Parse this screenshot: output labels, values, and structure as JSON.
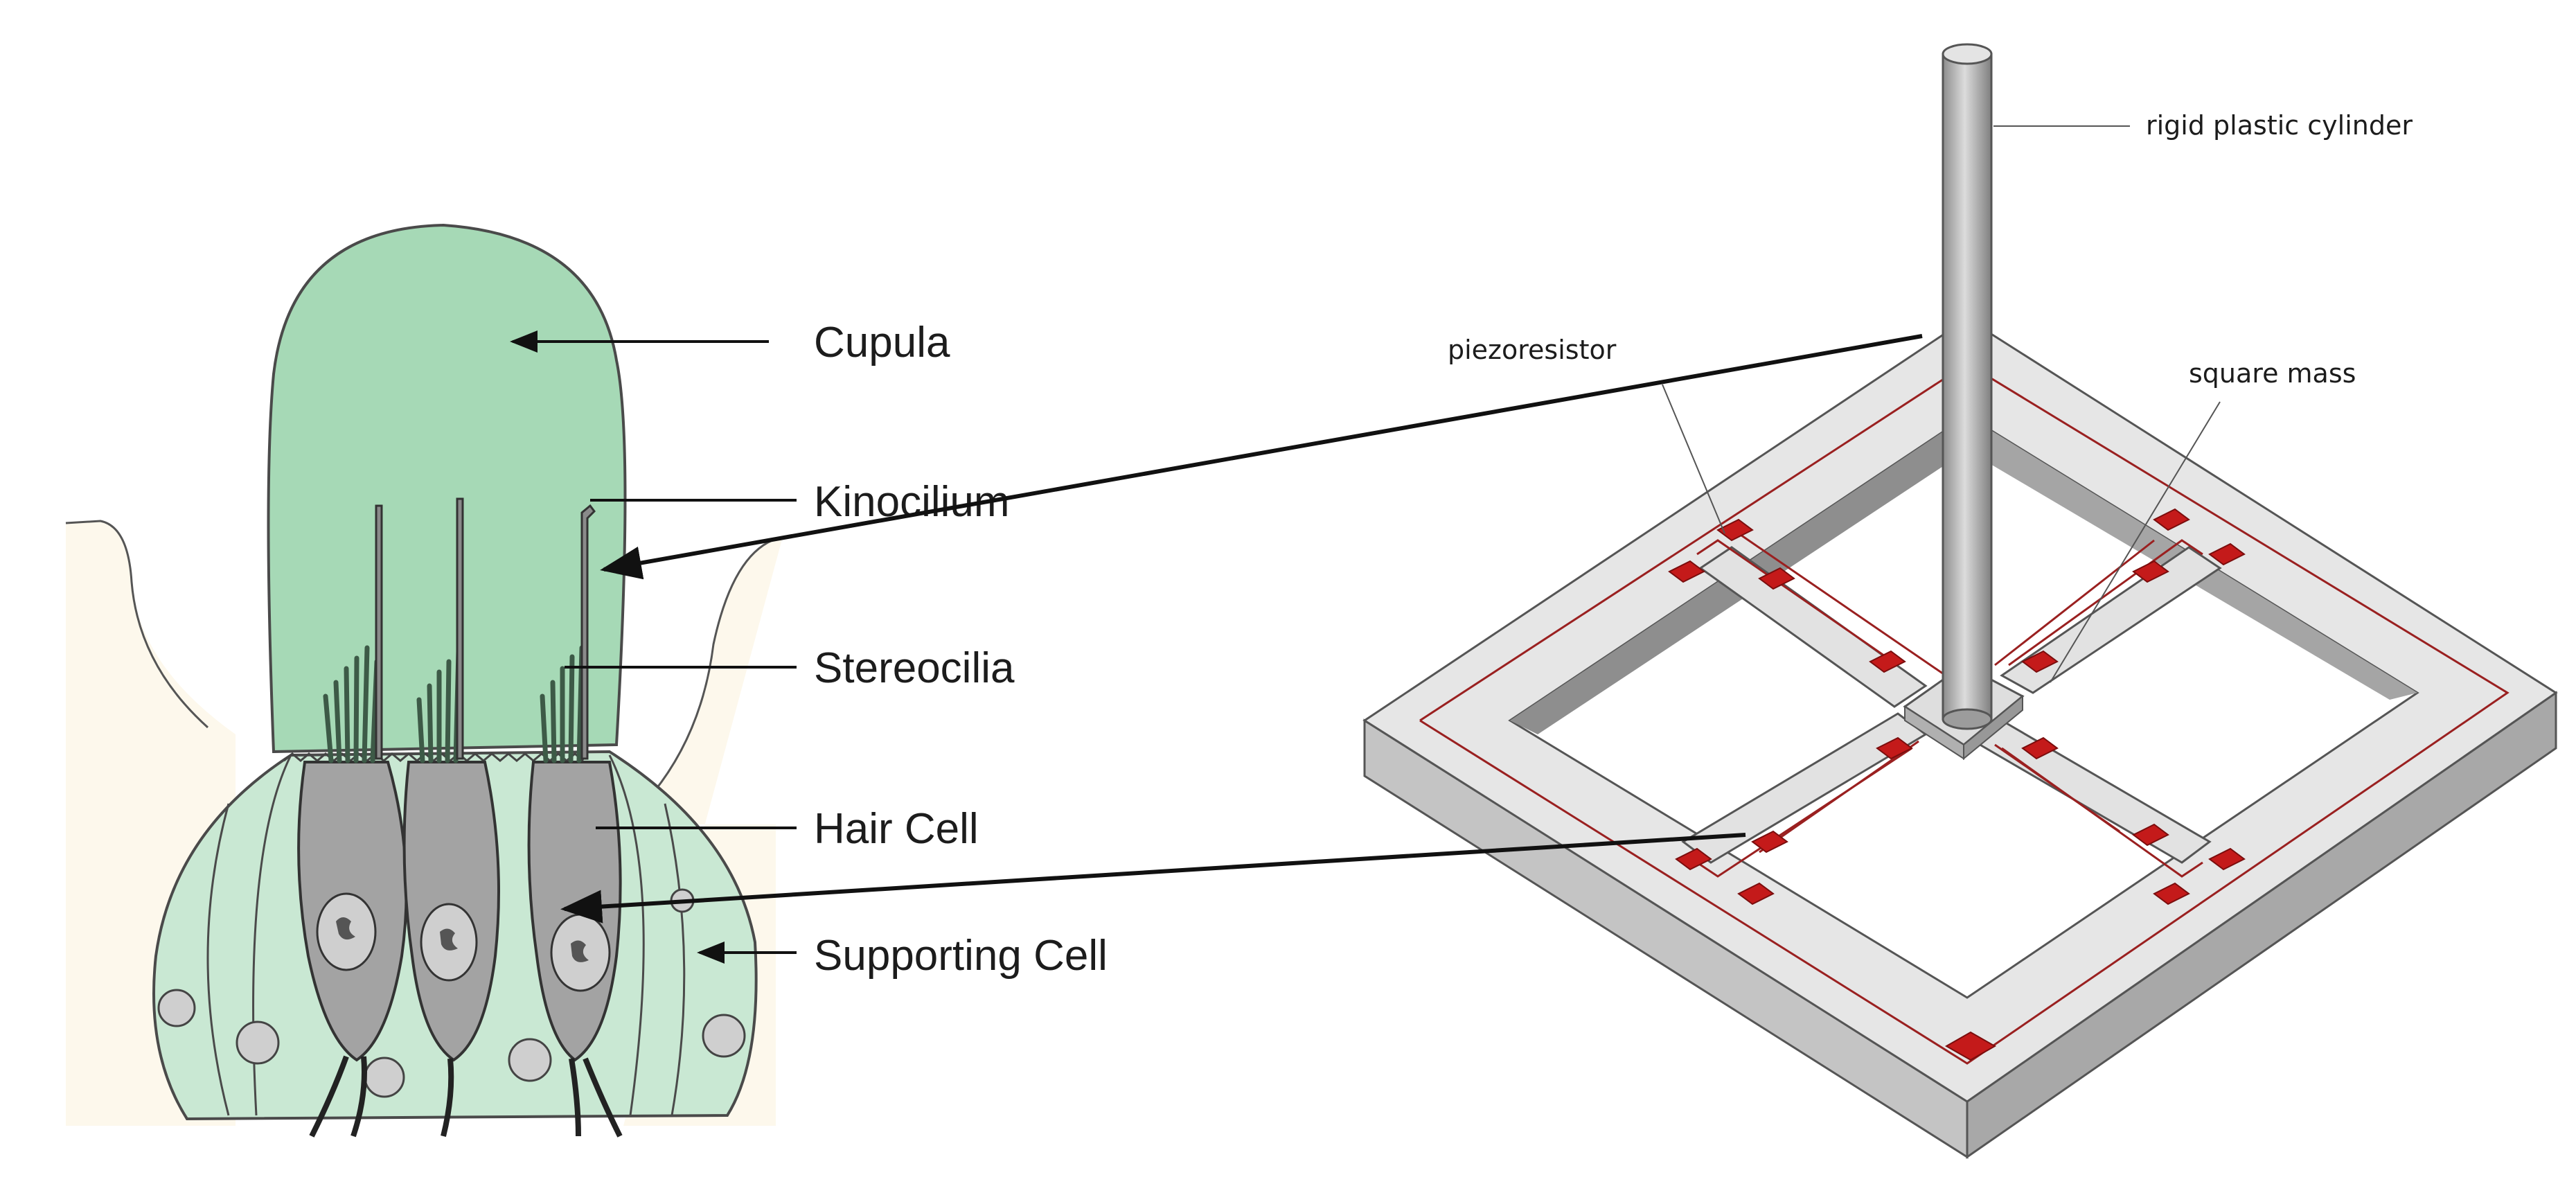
{
  "hair_cell_labels": {
    "cupula": "Cupula",
    "kinocilium": "Kinocilium",
    "stereocilia": "Stereocilia",
    "hair_cell": "Hair Cell",
    "supporting_cell": "Supporting Cell"
  },
  "sensor_labels": {
    "cylinder": "rigid plastic cylinder",
    "piezoresistor": "piezoresistor",
    "square_mass": "square mass"
  },
  "colors": {
    "cupula_fill": "#a6d9b6",
    "supporting_fill": "#c9e8d3",
    "tissue_fill": "#fdf8ec",
    "hair_cell_fill": "#a3a3a3",
    "nucleus_fill": "#cfcfcf",
    "frame_top": "#e6e6e6",
    "frame_side_left": "#c4c4c4",
    "frame_side_right": "#a8a8a8",
    "cylinder": "#b5b5b5",
    "piezoresistor": "#c41a1a",
    "wiring": "#9a2020"
  }
}
